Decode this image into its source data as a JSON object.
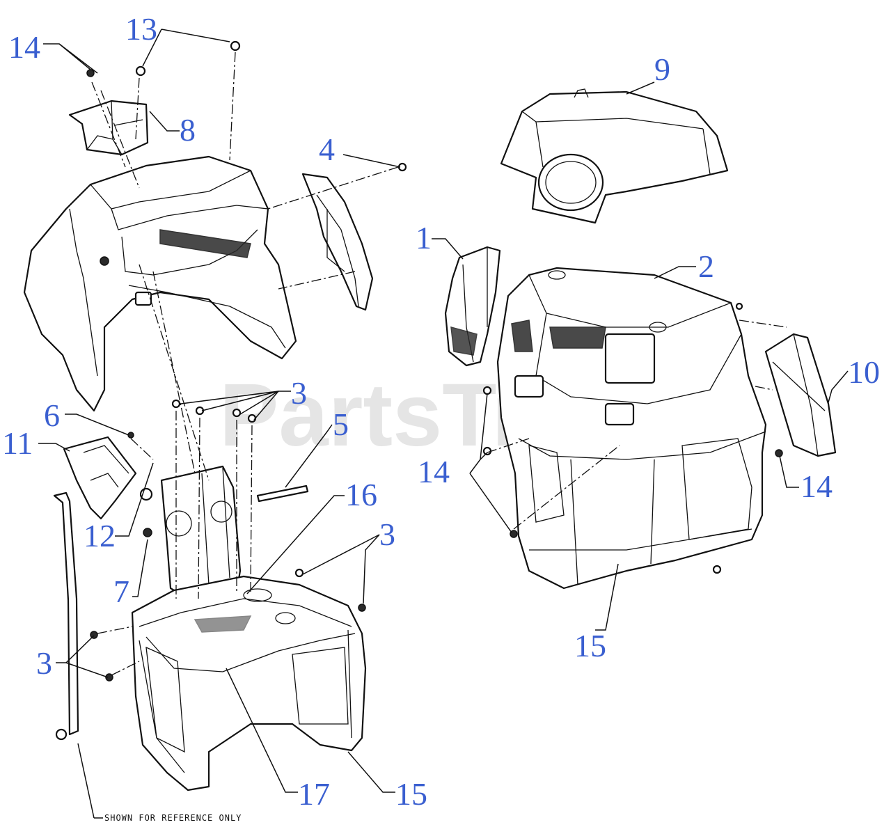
{
  "watermark": "PartsTree",
  "reference_note": "SHOWN FOR REFERENCE ONLY",
  "callouts": {
    "c14_topleft": "14",
    "c13": "13",
    "c8": "8",
    "c4": "4",
    "c9": "9",
    "c1": "1",
    "c2": "2",
    "c10": "10",
    "c3_mid": "3",
    "c5": "5",
    "c6": "6",
    "c11": "11",
    "c16": "16",
    "c12": "12",
    "c7": "7",
    "c3_right": "3",
    "c3_left": "3",
    "c14_mid": "14",
    "c14_right": "14",
    "c15_right": "15",
    "c17": "17",
    "c15_bottom": "15"
  },
  "colors": {
    "callout": "#3a5fd0",
    "line": "#111111",
    "watermark": "#d0d0d0"
  }
}
